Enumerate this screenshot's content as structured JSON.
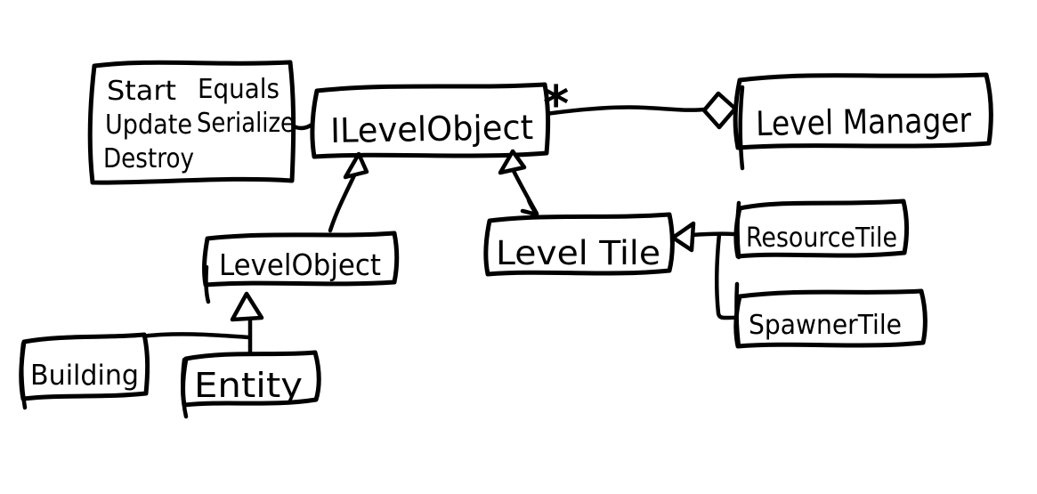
{
  "canvas": {
    "background_color": "#ffffff",
    "ink_color": "#000000",
    "style": "hand-drawn whiteboard sketch"
  },
  "diagram": {
    "type": "uml-class-diagram",
    "nodes": {
      "interface_note": {
        "left_column": [
          "Start",
          "Update",
          "Destroy"
        ],
        "right_column": [
          "Equals",
          "Serialize"
        ]
      },
      "ilevel_object": {
        "label": "ILevelObject"
      },
      "level_manager": {
        "label": "Level Manager"
      },
      "level_object": {
        "label": "LevelObject"
      },
      "level_tile": {
        "label": "Level Tile"
      },
      "resource_tile": {
        "label": "ResourceTile"
      },
      "spawner_tile": {
        "label": "SpawnerTile"
      },
      "building": {
        "label": "Building"
      },
      "entity": {
        "label": "Entity"
      }
    },
    "aggregation": {
      "from": "ILevelObject",
      "to": "Level Manager",
      "multiplicity": "*"
    },
    "relationships": [
      {
        "from": "ILevelObject",
        "to": "Level Manager",
        "type": "aggregation",
        "multiplicity": "*"
      },
      {
        "from": "ILevelObject",
        "to": "interface_note",
        "type": "note-attachment"
      },
      {
        "from": "LevelObject",
        "to": "ILevelObject",
        "type": "realization"
      },
      {
        "from": "Level Tile",
        "to": "ILevelObject",
        "type": "realization"
      },
      {
        "from": "ResourceTile",
        "to": "Level Tile",
        "type": "generalization"
      },
      {
        "from": "SpawnerTile",
        "to": "Level Tile",
        "type": "generalization"
      },
      {
        "from": "Building",
        "to": "LevelObject",
        "type": "generalization"
      },
      {
        "from": "Entity",
        "to": "LevelObject",
        "type": "generalization"
      }
    ]
  }
}
